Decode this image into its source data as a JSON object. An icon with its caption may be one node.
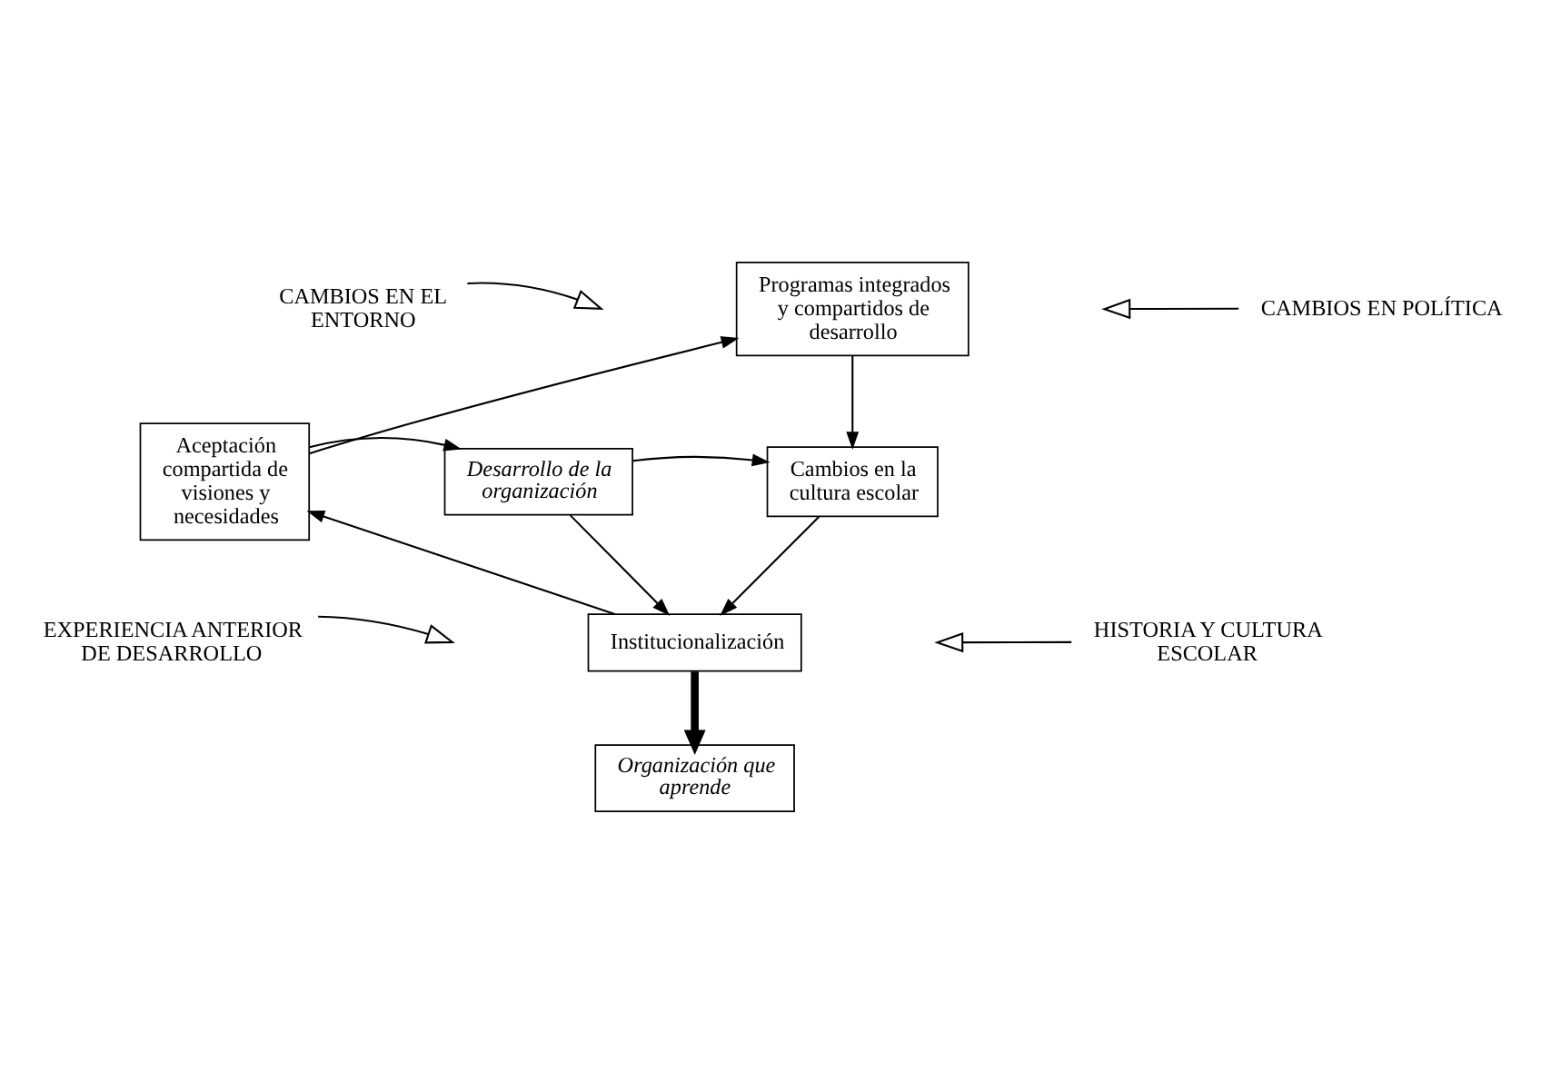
{
  "diagram": {
    "nodes": [
      {
        "text": [
          "Programas integrados y compartidos de desarrollo"
        ]
      },
      {
        "text": [
          "Aceptación compartida de visiones y necesidades"
        ]
      },
      {
        "text": [
          "Desarrollo de la organización"
        ]
      },
      {
        "text": [
          "Cambios en la cultura escolar"
        ]
      },
      {
        "text": [
          "Institucionalización"
        ]
      },
      {
        "text": [
          "Organización que aprende"
        ]
      },
      {
        "text": [
          "CAMBIOS EN EL ENTORNO"
        ]
      },
      {
        "text": [
          "CAMBIOS EN POLÍTICA"
        ]
      },
      {
        "text": [
          "EXPERIENCIA ANTERIOR DE DESARROLLO"
        ]
      },
      {
        "text": [
          "HISTORIA Y CULTURA ESCOLAR"
        ]
      }
    ],
    "edges": [
      {
        "from": 1,
        "to": 0,
        "arrow": "to"
      },
      {
        "from": 0,
        "to": 3,
        "arrow": "to"
      },
      {
        "from": 3,
        "to": 4,
        "arrow": "to"
      },
      {
        "from": 4,
        "to": 1,
        "arrow": "to"
      },
      {
        "from": 1,
        "to": 2,
        "arrow": "to"
      },
      {
        "from": 2,
        "to": 3,
        "arrow": "to"
      },
      {
        "from": 2,
        "to": 4,
        "arrow": "to"
      },
      {
        "from": 4,
        "to": 5,
        "arrow": "to",
        "style": "thick"
      },
      {
        "from": 6,
        "to": null,
        "arrow": "to"
      },
      {
        "from": 7,
        "to": null,
        "arrow": "to"
      },
      {
        "from": 8,
        "to": null,
        "arrow": "to"
      },
      {
        "from": 9,
        "to": null,
        "arrow": "to"
      }
    ]
  }
}
